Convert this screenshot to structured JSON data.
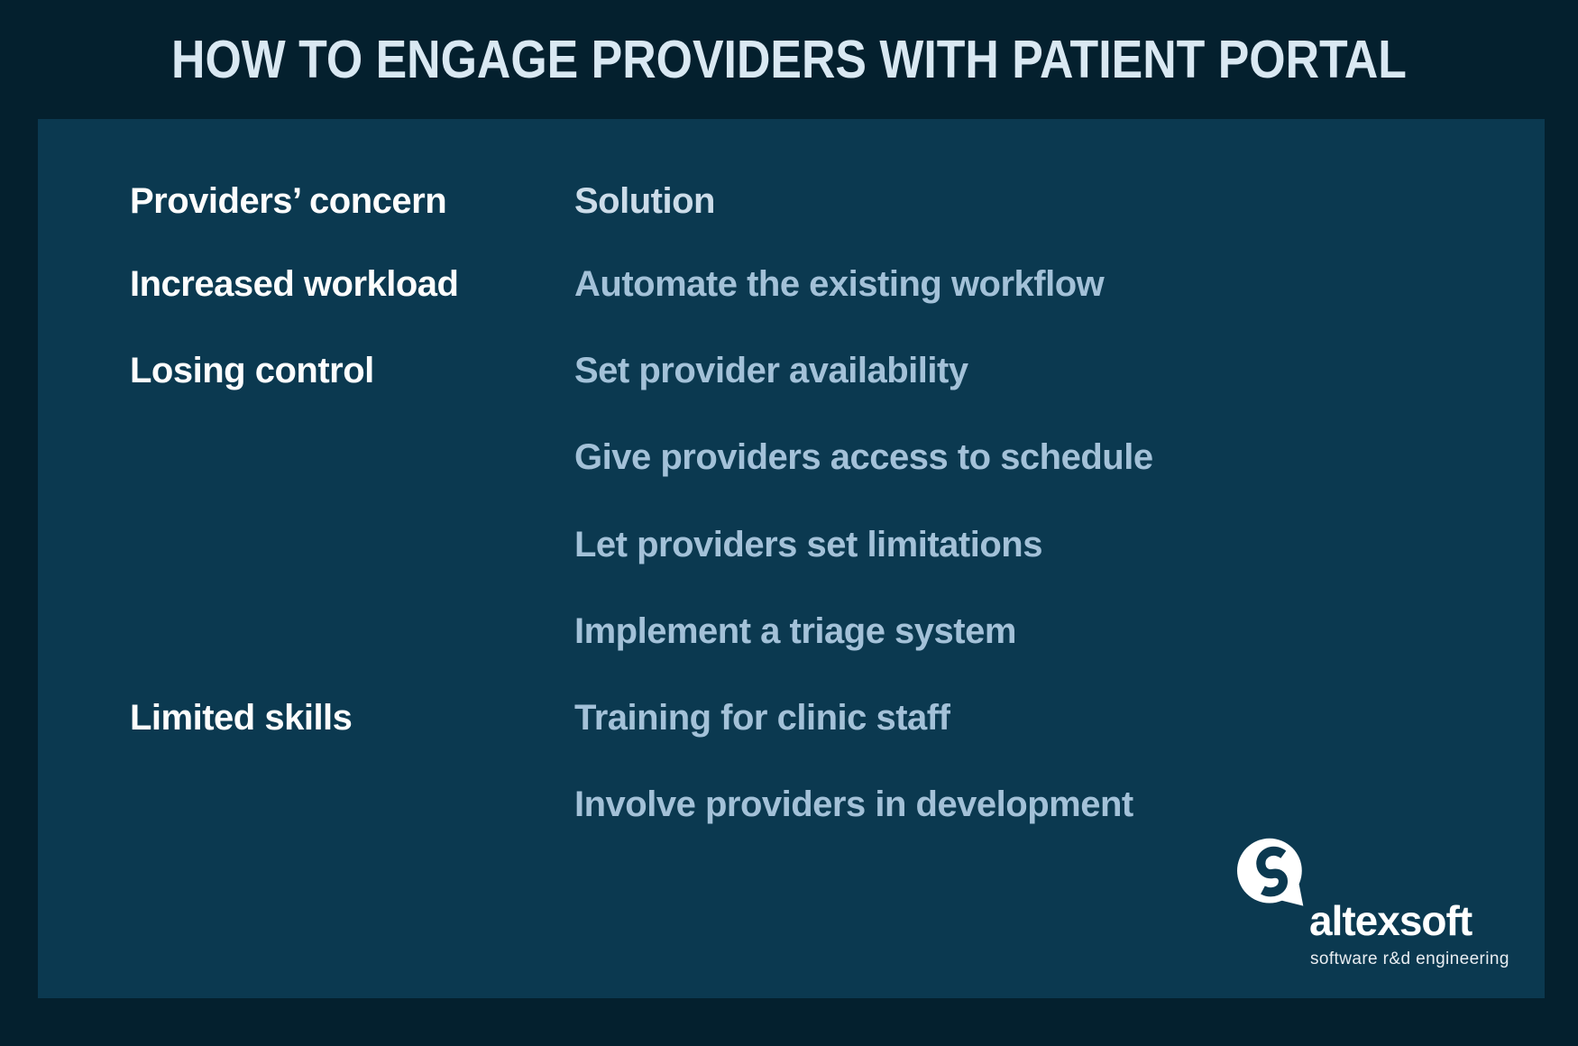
{
  "title": "HOW TO ENGAGE PROVIDERS WITH PATIENT PORTAL",
  "table": {
    "concern_header": "Providers’ concern",
    "solution_header": "Solution",
    "rows": [
      {
        "concern": "Increased workload",
        "solution": "Automate the existing workflow"
      },
      {
        "concern": "Losing control",
        "solution": "Set provider availability"
      },
      {
        "concern": "",
        "solution": "Give providers access to schedule"
      },
      {
        "concern": "",
        "solution": "Let providers set limitations"
      },
      {
        "concern": "",
        "solution": "Implement a triage system"
      },
      {
        "concern": "Limited skills",
        "solution": "Training for clinic staff"
      },
      {
        "concern": "",
        "solution": "Involve providers in development"
      }
    ]
  },
  "logo": {
    "icon": "altexsoft-speech-bubble-a-icon",
    "name": "altexsoft",
    "tagline": "software r&d engineering"
  },
  "colors": {
    "page_bg": "#04202e",
    "panel_bg": "#0b3950",
    "title_color": "#d9e8f2",
    "concern_color": "#fdfdfd",
    "solution_header_color": "#ccdce9",
    "solution_color": "#a3c1d8",
    "logo_white": "#ffffff"
  }
}
